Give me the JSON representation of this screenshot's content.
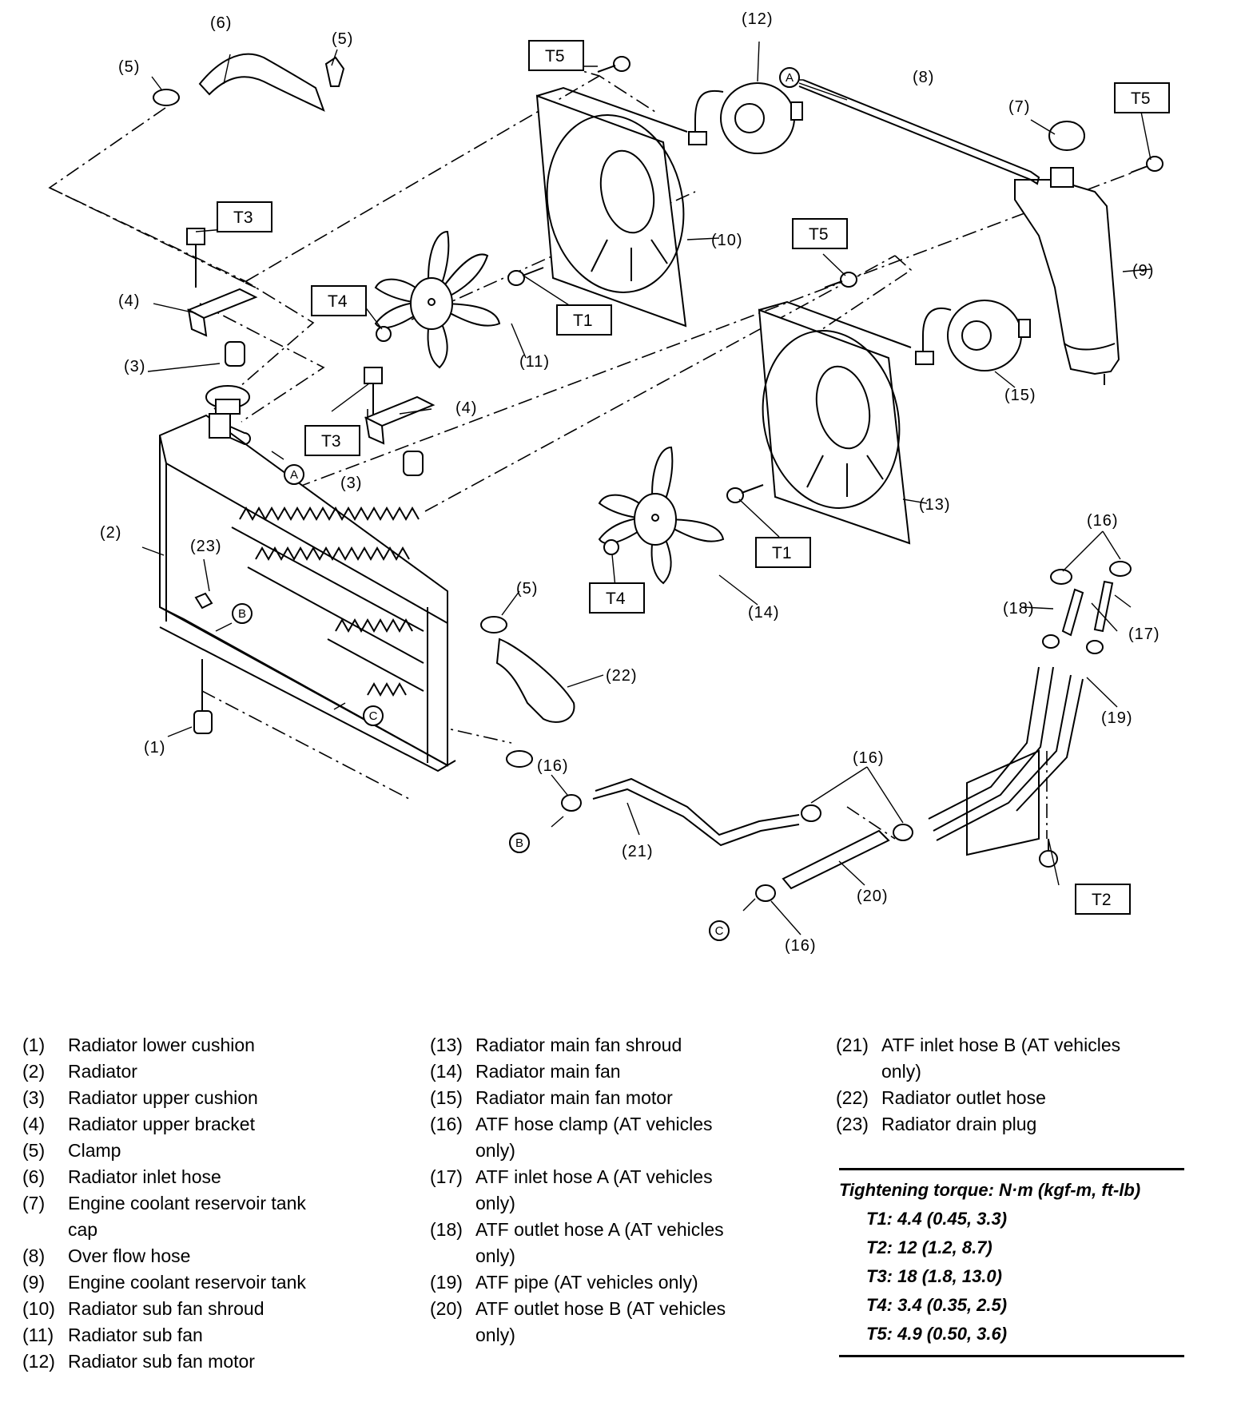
{
  "diagram": {
    "callouts": {
      "c1": "(1)",
      "c2": "(2)",
      "c3a": "(3)",
      "c3b": "(3)",
      "c4a": "(4)",
      "c4b": "(4)",
      "c5a": "(5)",
      "c5b": "(5)",
      "c5c": "(5)",
      "c6": "(6)",
      "c7": "(7)",
      "c8": "(8)",
      "c9": "(9)",
      "c10": "(10)",
      "c11": "(11)",
      "c12": "(12)",
      "c13": "(13)",
      "c14": "(14)",
      "c15": "(15)",
      "c16a": "(16)",
      "c16b": "(16)",
      "c16c": "(16)",
      "c16d": "(16)",
      "c17": "(17)",
      "c18": "(18)",
      "c19": "(19)",
      "c20": "(20)",
      "c21": "(21)",
      "c22": "(22)",
      "c23": "(23)"
    },
    "torque_tags": {
      "t5a": "T5",
      "t5b": "T5",
      "t5c": "T5",
      "t3a": "T3",
      "t3b": "T3",
      "t4a": "T4",
      "t4b": "T4",
      "t1a": "T1",
      "t1b": "T1",
      "t2": "T2"
    },
    "connectors": {
      "a1": "A",
      "a2": "A",
      "b1": "B",
      "b2": "B",
      "cc1": "C",
      "cc2": "C"
    }
  },
  "legend": {
    "col1": [
      {
        "num": "(1)",
        "text": "Radiator lower cushion"
      },
      {
        "num": "(2)",
        "text": "Radiator"
      },
      {
        "num": "(3)",
        "text": "Radiator upper cushion"
      },
      {
        "num": "(4)",
        "text": "Radiator upper bracket"
      },
      {
        "num": "(5)",
        "text": "Clamp"
      },
      {
        "num": "(6)",
        "text": "Radiator inlet hose"
      },
      {
        "num": "(7)",
        "text": "Engine coolant reservoir tank cap"
      },
      {
        "num": "(8)",
        "text": "Over flow hose"
      },
      {
        "num": "(9)",
        "text": "Engine coolant reservoir tank"
      },
      {
        "num": "(10)",
        "text": "Radiator sub fan shroud"
      },
      {
        "num": "(11)",
        "text": "Radiator sub fan"
      },
      {
        "num": "(12)",
        "text": "Radiator sub fan motor"
      }
    ],
    "col2": [
      {
        "num": "(13)",
        "text": "Radiator main fan shroud"
      },
      {
        "num": "(14)",
        "text": "Radiator main fan"
      },
      {
        "num": "(15)",
        "text": "Radiator main fan motor"
      },
      {
        "num": "(16)",
        "text": "ATF hose clamp (AT vehicles only)"
      },
      {
        "num": "(17)",
        "text": "ATF inlet hose A (AT vehicles only)"
      },
      {
        "num": "(18)",
        "text": "ATF outlet hose A (AT vehicles only)"
      },
      {
        "num": "(19)",
        "text": "ATF pipe (AT vehicles only)"
      },
      {
        "num": "(20)",
        "text": "ATF outlet hose B (AT vehicles only)"
      }
    ],
    "col3": [
      {
        "num": "(21)",
        "text": "ATF inlet hose B (AT vehicles only)"
      },
      {
        "num": "(22)",
        "text": "Radiator outlet hose"
      },
      {
        "num": "(23)",
        "text": "Radiator drain plug"
      }
    ]
  },
  "torque": {
    "title": "Tightening torque: N·m (kgf-m, ft-lb)",
    "values": [
      "T1: 4.4 (0.45, 3.3)",
      "T2: 12 (1.2, 8.7)",
      "T3: 18 (1.8, 13.0)",
      "T4: 3.4 (0.35, 2.5)",
      "T5: 4.9 (0.50, 3.6)"
    ]
  }
}
